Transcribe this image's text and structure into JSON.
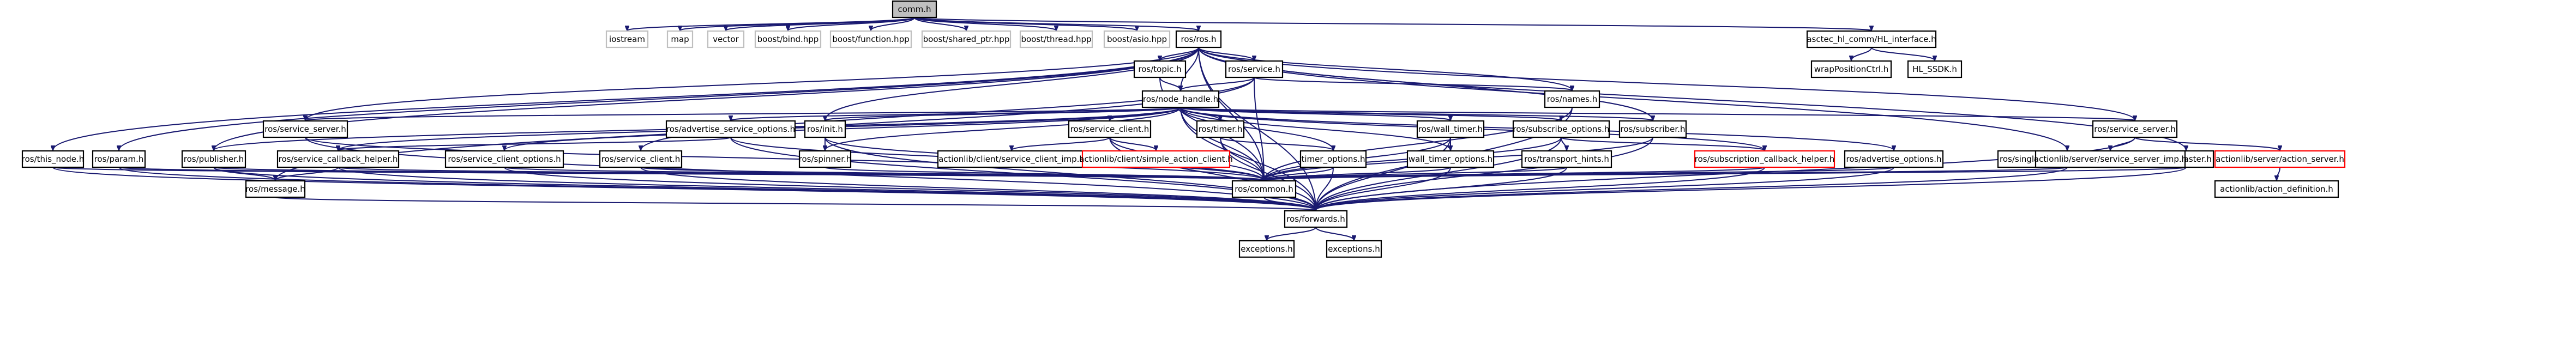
{
  "graph": {
    "nodes": [
      {
        "id": "comm_h",
        "label": "comm.h",
        "style": "root"
      },
      {
        "id": "iostream",
        "label": "iostream",
        "style": "gray"
      },
      {
        "id": "map",
        "label": "map",
        "style": "gray"
      },
      {
        "id": "vector",
        "label": "vector",
        "style": "gray"
      },
      {
        "id": "boost_bind",
        "label": "boost/bind.hpp",
        "style": "gray"
      },
      {
        "id": "boost_function",
        "label": "boost/function.hpp",
        "style": "gray"
      },
      {
        "id": "boost_shared_ptr",
        "label": "boost/shared_ptr.hpp",
        "style": "gray"
      },
      {
        "id": "boost_thread",
        "label": "boost/thread.hpp",
        "style": "gray"
      },
      {
        "id": "boost_asio",
        "label": "boost/asio.hpp",
        "style": "gray"
      },
      {
        "id": "ros_ros",
        "label": "ros/ros.h",
        "style": "normal"
      },
      {
        "id": "asctec_interface",
        "label": "asctec_hl_comm/HL_interface.h",
        "style": "normal"
      },
      {
        "id": "wrapposition",
        "label": "wrapPositionCtrl.h",
        "style": "normal"
      },
      {
        "id": "hl_ssdk",
        "label": "HL_SSDK.h",
        "style": "normal"
      },
      {
        "id": "ros_topic",
        "label": "ros/topic.h",
        "style": "normal"
      },
      {
        "id": "ros_service",
        "label": "ros/service.h",
        "style": "normal"
      },
      {
        "id": "ros_node_handle",
        "label": "ros/node_handle.h",
        "style": "normal"
      },
      {
        "id": "ros_names",
        "label": "ros/names.h",
        "style": "normal"
      },
      {
        "id": "ros_service_server",
        "label": "ros/service_server.h",
        "style": "normal"
      },
      {
        "id": "ros_advertise_service_options",
        "label": "ros/advertise_service_options.h",
        "style": "normal"
      },
      {
        "id": "ros_init",
        "label": "ros/init.h",
        "style": "normal"
      },
      {
        "id": "ros_service_client",
        "label": "ros/service_client.h",
        "style": "normal"
      },
      {
        "id": "ros_timer",
        "label": "ros/timer.h",
        "style": "normal"
      },
      {
        "id": "ros_wall_timer",
        "label": "ros/wall_timer.h",
        "style": "normal"
      },
      {
        "id": "ros_subscribe_options",
        "label": "ros/subscribe_options.h",
        "style": "normal"
      },
      {
        "id": "ros_subscriber",
        "label": "ros/subscriber.h",
        "style": "normal"
      },
      {
        "id": "ros_service_server_r",
        "label": "ros/service_server.h",
        "style": "normal"
      },
      {
        "id": "ros_this_node",
        "label": "ros/this_node.h",
        "style": "normal"
      },
      {
        "id": "ros_param",
        "label": "ros/param.h",
        "style": "normal"
      },
      {
        "id": "ros_publisher",
        "label": "ros/publisher.h",
        "style": "normal"
      },
      {
        "id": "ros_service_callback_helper",
        "label": "ros/service_callback_helper.h",
        "style": "normal"
      },
      {
        "id": "ros_service_client_options",
        "label": "ros/service_client_options.h",
        "style": "normal"
      },
      {
        "id": "ros_service_client_low",
        "label": "ros/service_client.h",
        "style": "normal"
      },
      {
        "id": "ros_spinner",
        "label": "ros/spinner.h",
        "style": "normal"
      },
      {
        "id": "actionlib_service_client_imp",
        "label": "actionlib/client/service_client_imp.h",
        "style": "normal"
      },
      {
        "id": "actionlib_simple_action_client",
        "label": "actionlib/client/simple_action_client.h",
        "style": "red"
      },
      {
        "id": "ros_timer_options",
        "label": "timer_options.h",
        "style": "normal"
      },
      {
        "id": "ros_wall_timer_options",
        "label": "wall_timer_options.h",
        "style": "normal"
      },
      {
        "id": "ros_transport_hints",
        "label": "ros/transport_hints.h",
        "style": "normal"
      },
      {
        "id": "ros_subscription_callback_helper",
        "label": "ros/subscription_callback_helper.h",
        "style": "red"
      },
      {
        "id": "ros_advertise_options",
        "label": "ros/advertise_options.h",
        "style": "normal"
      },
      {
        "id": "ros_single_subscriber_publisher",
        "label": "ros/single_subscriber_publisher.h",
        "style": "normal"
      },
      {
        "id": "ros_master",
        "label": "ros/master.h",
        "style": "normal"
      },
      {
        "id": "actionlib_service_server_imp",
        "label": "actionlib/server/service_server_imp.h",
        "style": "normal"
      },
      {
        "id": "actionlib_action_server",
        "label": "actionlib/server/action_server.h",
        "style": "red"
      },
      {
        "id": "actionlib_action_definition",
        "label": "actionlib/action_definition.h",
        "style": "normal"
      },
      {
        "id": "ros_message",
        "label": "ros/message.h",
        "style": "normal"
      },
      {
        "id": "ros_common",
        "label": "ros/common.h",
        "style": "normal"
      },
      {
        "id": "ros_forwards",
        "label": "ros/forwards.h",
        "style": "normal"
      },
      {
        "id": "exceptions_1",
        "label": "exceptions.h",
        "style": "normal"
      },
      {
        "id": "exceptions_2",
        "label": "exceptions.h",
        "style": "normal"
      }
    ],
    "edges": [
      [
        "comm_h",
        "iostream"
      ],
      [
        "comm_h",
        "map"
      ],
      [
        "comm_h",
        "vector"
      ],
      [
        "comm_h",
        "boost_bind"
      ],
      [
        "comm_h",
        "boost_function"
      ],
      [
        "comm_h",
        "boost_shared_ptr"
      ],
      [
        "comm_h",
        "boost_thread"
      ],
      [
        "comm_h",
        "boost_asio"
      ],
      [
        "comm_h",
        "ros_ros"
      ],
      [
        "comm_h",
        "asctec_interface"
      ],
      [
        "asctec_interface",
        "wrapposition"
      ],
      [
        "asctec_interface",
        "hl_ssdk"
      ],
      [
        "ros_ros",
        "ros_topic"
      ],
      [
        "ros_ros",
        "ros_service"
      ],
      [
        "ros_ros",
        "ros_node_handle"
      ],
      [
        "ros_ros",
        "ros_this_node"
      ],
      [
        "ros_ros",
        "ros_param"
      ],
      [
        "ros_ros",
        "ros_publisher"
      ],
      [
        "ros_ros",
        "ros_service_server"
      ],
      [
        "ros_ros",
        "ros_init"
      ],
      [
        "ros_ros",
        "ros_names"
      ],
      [
        "ros_ros",
        "ros_subscriber"
      ],
      [
        "ros_ros",
        "ros_service_server_r"
      ],
      [
        "ros_ros",
        "ros_master"
      ],
      [
        "ros_ros",
        "ros_common"
      ],
      [
        "ros_ros",
        "ros_forwards"
      ],
      [
        "ros_ros",
        "ros_single_subscriber_publisher"
      ],
      [
        "ros_topic",
        "ros_node_handle"
      ],
      [
        "ros_topic",
        "ros_common"
      ],
      [
        "ros_service",
        "ros_node_handle"
      ],
      [
        "ros_service",
        "ros_names"
      ],
      [
        "ros_service",
        "ros_common"
      ],
      [
        "ros_service",
        "ros_service_client_low"
      ],
      [
        "ros_service",
        "ros_message"
      ],
      [
        "ros_node_handle",
        "ros_service_server"
      ],
      [
        "ros_node_handle",
        "ros_advertise_service_options"
      ],
      [
        "ros_node_handle",
        "ros_init"
      ],
      [
        "ros_node_handle",
        "ros_service_client"
      ],
      [
        "ros_node_handle",
        "ros_timer"
      ],
      [
        "ros_node_handle",
        "ros_wall_timer"
      ],
      [
        "ros_node_handle",
        "ros_subscribe_options"
      ],
      [
        "ros_node_handle",
        "ros_subscriber"
      ],
      [
        "ros_node_handle",
        "ros_service_server_r"
      ],
      [
        "ros_node_handle",
        "ros_publisher"
      ],
      [
        "ros_node_handle",
        "ros_service_callback_helper"
      ],
      [
        "ros_node_handle",
        "ros_spinner"
      ],
      [
        "ros_node_handle",
        "ros_common"
      ],
      [
        "ros_node_handle",
        "ros_forwards"
      ],
      [
        "ros_node_handle",
        "ros_timer_options"
      ],
      [
        "ros_node_handle",
        "ros_wall_timer_options"
      ],
      [
        "ros_node_handle",
        "ros_advertise_options"
      ],
      [
        "ros_node_handle",
        "ros_service_client_options"
      ],
      [
        "ros_node_handle",
        "ros_subscription_callback_helper"
      ],
      [
        "ros_service_server",
        "ros_common"
      ],
      [
        "ros_service_server",
        "ros_forwards"
      ],
      [
        "ros_advertise_service_options",
        "ros_service_callback_helper"
      ],
      [
        "ros_advertise_service_options",
        "ros_common"
      ],
      [
        "ros_advertise_service_options",
        "ros_forwards"
      ],
      [
        "ros_init",
        "ros_forwards"
      ],
      [
        "ros_init",
        "ros_spinner"
      ],
      [
        "ros_init",
        "ros_common"
      ],
      [
        "ros_service_client",
        "actionlib_service_client_imp"
      ],
      [
        "ros_service_client",
        "actionlib_simple_action_client"
      ],
      [
        "ros_service_client",
        "ros_common"
      ],
      [
        "ros_service_client",
        "ros_forwards"
      ],
      [
        "ros_timer",
        "ros_timer_options"
      ],
      [
        "ros_timer",
        "ros_common"
      ],
      [
        "ros_timer",
        "ros_forwards"
      ],
      [
        "ros_wall_timer",
        "ros_wall_timer_options"
      ],
      [
        "ros_wall_timer",
        "ros_common"
      ],
      [
        "ros_wall_timer",
        "ros_forwards"
      ],
      [
        "ros_subscribe_options",
        "ros_transport_hints"
      ],
      [
        "ros_subscribe_options",
        "ros_subscription_callback_helper"
      ],
      [
        "ros_subscribe_options",
        "ros_common"
      ],
      [
        "ros_subscribe_options",
        "ros_forwards"
      ],
      [
        "ros_subscriber",
        "ros_common"
      ],
      [
        "ros_subscriber",
        "ros_forwards"
      ],
      [
        "ros_service_server_r",
        "actionlib_service_server_imp"
      ],
      [
        "ros_service_server_r",
        "actionlib_action_server"
      ],
      [
        "ros_service_server_r",
        "ros_forwards"
      ],
      [
        "actionlib_action_server",
        "actionlib_action_definition"
      ],
      [
        "ros_this_node",
        "ros_common"
      ],
      [
        "ros_this_node",
        "ros_forwards"
      ],
      [
        "ros_param",
        "ros_common"
      ],
      [
        "ros_param",
        "ros_forwards"
      ],
      [
        "ros_publisher",
        "ros_message"
      ],
      [
        "ros_publisher",
        "ros_common"
      ],
      [
        "ros_publisher",
        "ros_forwards"
      ],
      [
        "ros_service_callback_helper",
        "ros_message"
      ],
      [
        "ros_service_callback_helper",
        "ros_common"
      ],
      [
        "ros_service_callback_helper",
        "ros_forwards"
      ],
      [
        "ros_service_client_options",
        "ros_common"
      ],
      [
        "ros_service_client_options",
        "ros_forwards"
      ],
      [
        "ros_service_client_low",
        "ros_common"
      ],
      [
        "ros_service_client_low",
        "ros_forwards"
      ],
      [
        "ros_spinner",
        "ros_common"
      ],
      [
        "ros_timer_options",
        "ros_common"
      ],
      [
        "ros_timer_options",
        "ros_forwards"
      ],
      [
        "ros_wall_timer_options",
        "ros_common"
      ],
      [
        "ros_wall_timer_options",
        "ros_forwards"
      ],
      [
        "ros_transport_hints",
        "ros_common"
      ],
      [
        "ros_transport_hints",
        "ros_forwards"
      ],
      [
        "ros_subscription_callback_helper",
        "ros_common"
      ],
      [
        "ros_subscription_callback_helper",
        "ros_forwards"
      ],
      [
        "ros_advertise_options",
        "ros_common"
      ],
      [
        "ros_advertise_options",
        "ros_forwards"
      ],
      [
        "ros_single_subscriber_publisher",
        "ros_common"
      ],
      [
        "ros_single_subscriber_publisher",
        "ros_forwards"
      ],
      [
        "ros_master",
        "ros_common"
      ],
      [
        "ros_master",
        "ros_forwards"
      ],
      [
        "ros_names",
        "ros_common"
      ],
      [
        "ros_names",
        "ros_forwards"
      ],
      [
        "ros_common",
        "ros_forwards"
      ],
      [
        "ros_forwards",
        "exceptions_1"
      ],
      [
        "ros_forwards",
        "exceptions_2"
      ],
      [
        "ros_message",
        "ros_forwards"
      ]
    ]
  }
}
